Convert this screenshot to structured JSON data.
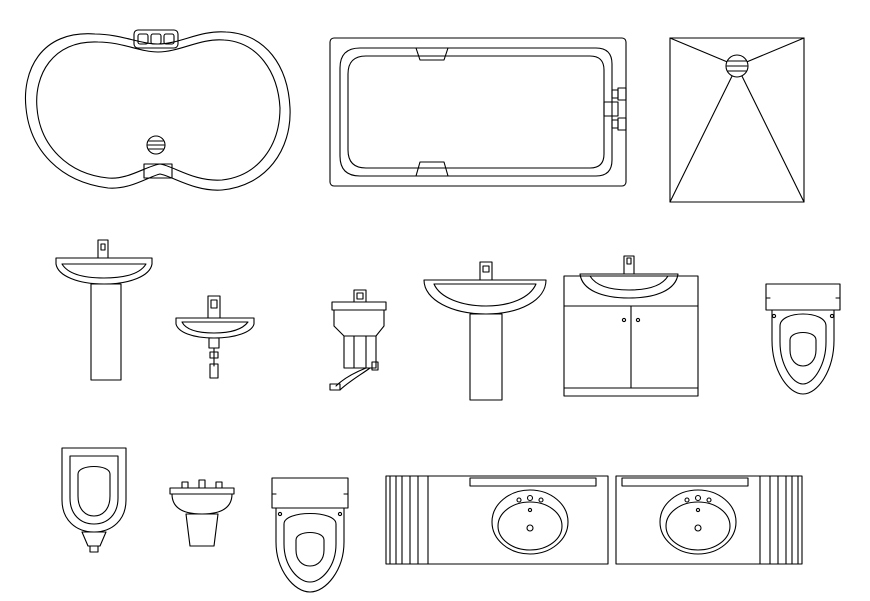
{
  "sheet": {
    "background": "#ffffff",
    "line_color": "#000000",
    "fixtures": [
      {
        "name": "oval-bathtub"
      },
      {
        "name": "rectangular-bathtub"
      },
      {
        "name": "shower-tray"
      },
      {
        "name": "pedestal-basin-small"
      },
      {
        "name": "wall-hung-basin"
      },
      {
        "name": "wall-bidet-side"
      },
      {
        "name": "pedestal-basin-large"
      },
      {
        "name": "vanity-cabinet-basin"
      },
      {
        "name": "toilet-plan-right"
      },
      {
        "name": "urinal"
      },
      {
        "name": "bidet-front"
      },
      {
        "name": "toilet-plan-bottom"
      },
      {
        "name": "double-vanity-countertop"
      }
    ]
  }
}
